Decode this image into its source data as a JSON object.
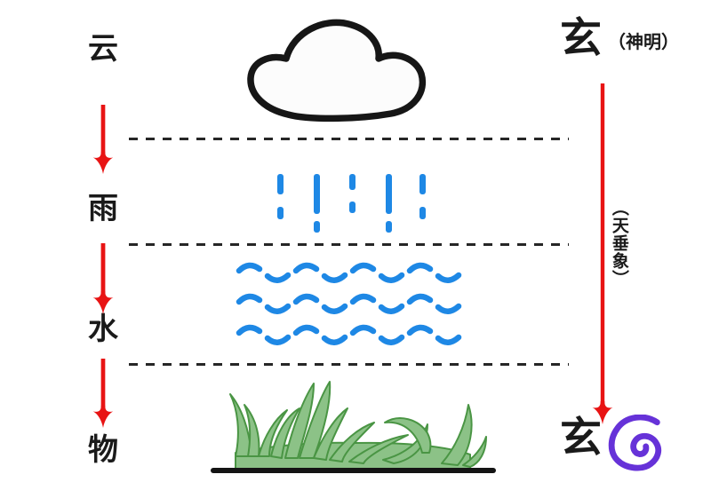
{
  "stages": [
    {
      "id": "cloud",
      "label": "云"
    },
    {
      "id": "rain",
      "label": "雨"
    },
    {
      "id": "water",
      "label": "水"
    },
    {
      "id": "matter",
      "label": "物"
    }
  ],
  "right_track": {
    "top_term": "玄",
    "top_note": "（神明）",
    "arrow_note": "（天垂象）",
    "bottom_term": "玄"
  },
  "icons": {
    "cloud": "cloud-outline-icon",
    "rain": "rain-dashes-icon",
    "water": "water-waves-icon",
    "grass": "grass-icon",
    "spiral": "spiral-icon",
    "stage_arrows": "red-down-arrow-icon",
    "heaven_arrow": "long-red-down-arrow-icon"
  },
  "colors": {
    "arrow_red": "#e81414",
    "water_blue": "#1e88e5",
    "spiral_purple": "#6632d8",
    "grass_fill": "#8cc287",
    "grass_stroke": "#4a9544",
    "ink": "#1a1a1a",
    "background": "#ffffff"
  }
}
